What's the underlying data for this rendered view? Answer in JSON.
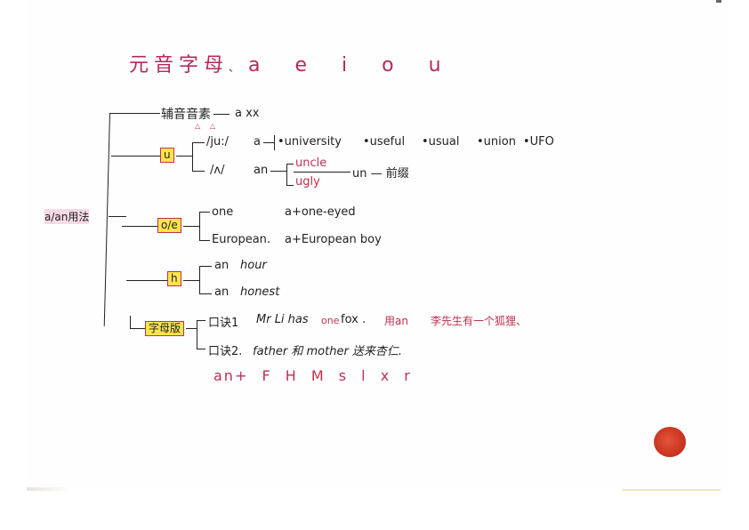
{
  "title": {
    "label": "元音字母",
    "separator": "、",
    "vowels": "a e i o u"
  },
  "root": {
    "label": "a/an用法"
  },
  "branches": [
    {
      "id": "branch-fuyin",
      "label": "辅音音素",
      "triangle_marks": [
        "△",
        "△"
      ],
      "example": "a  xx"
    },
    {
      "id": "branch-u",
      "label": "u",
      "highlighted": true,
      "children": [
        {
          "phonetic": "/ju:/",
          "article": "a",
          "examples": [
            "•university",
            "•useful",
            "•usual",
            "•union",
            "•UFO"
          ]
        },
        {
          "phonetic": "/ʌ/",
          "article": "an",
          "examples": [
            "uncle",
            "ugly"
          ],
          "note": "un — 前缀"
        }
      ]
    },
    {
      "id": "branch-oe",
      "label": "o/e",
      "highlighted": true,
      "children": [
        {
          "word": "one",
          "example": "a+one-eyed"
        },
        {
          "word": "European.",
          "example": "a+European boy"
        }
      ]
    },
    {
      "id": "branch-h",
      "label": "h",
      "highlighted": true,
      "children": [
        {
          "article": "an",
          "word": "hour"
        },
        {
          "article": "an",
          "word": "honest"
        }
      ]
    },
    {
      "id": "branch-zimuban",
      "label": "字母版",
      "highlighted": true,
      "children": [
        {
          "prefix": "口诀1",
          "sentence_start": "Mr Li has",
          "highlight_word": "one",
          "sentence_end": "fox .",
          "note_article": "用an",
          "translation": "李先生有一个狐狸、"
        },
        {
          "prefix": "口诀2.",
          "sentence": "father 和 mother 送来杏仁."
        }
      ],
      "summary": "an+  F  H  M   s l x r"
    }
  ],
  "colors": {
    "accent_red": "#c0304f",
    "highlight_yellow": "#ffe54a",
    "ink": "#1f1f1f",
    "stamp": "#d23c24"
  }
}
